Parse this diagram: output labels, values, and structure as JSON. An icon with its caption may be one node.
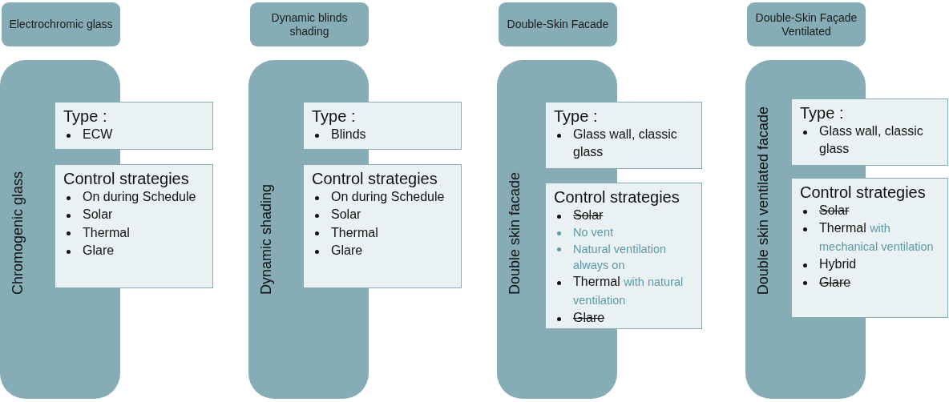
{
  "diagram": {
    "nodes": [
      {
        "text": [
          "Electrochromic glass"
        ]
      },
      {
        "text": [
          "Chromogenic glass"
        ]
      },
      {
        "text": [
          "Type :",
          "ECW"
        ]
      },
      {
        "text": [
          "Control strategies",
          "On during Schedule",
          "Solar",
          "Thermal",
          "Glare"
        ]
      },
      {
        "text": [
          "Dynamic blinds shading"
        ]
      },
      {
        "text": [
          "Dynamic shading"
        ]
      },
      {
        "text": [
          "Type :",
          "Blinds"
        ]
      },
      {
        "text": [
          "Control strategies",
          "On during Schedule",
          "Solar",
          "Thermal",
          "Glare"
        ]
      },
      {
        "text": [
          "Double-Skin Facade"
        ]
      },
      {
        "text": [
          "Double skin facade"
        ]
      },
      {
        "text": [
          "Type :",
          "Glass wall, classic glass"
        ]
      },
      {
        "text": [
          "Control strategies",
          "Solar",
          "No vent",
          "Natural ventilation always on",
          "Thermal with natural ventilation",
          "Glare"
        ]
      },
      {
        "text": [
          "Double-Skin Façade Ventilated"
        ]
      },
      {
        "text": [
          "Double skin ventilated facade"
        ]
      },
      {
        "text": [
          "Type :",
          "Glass wall, classic glass"
        ]
      },
      {
        "text": [
          "Control strategies",
          "Solar",
          "Thermal with mechanical ventilation",
          "Hybrid",
          "Glare"
        ]
      }
    ]
  }
}
